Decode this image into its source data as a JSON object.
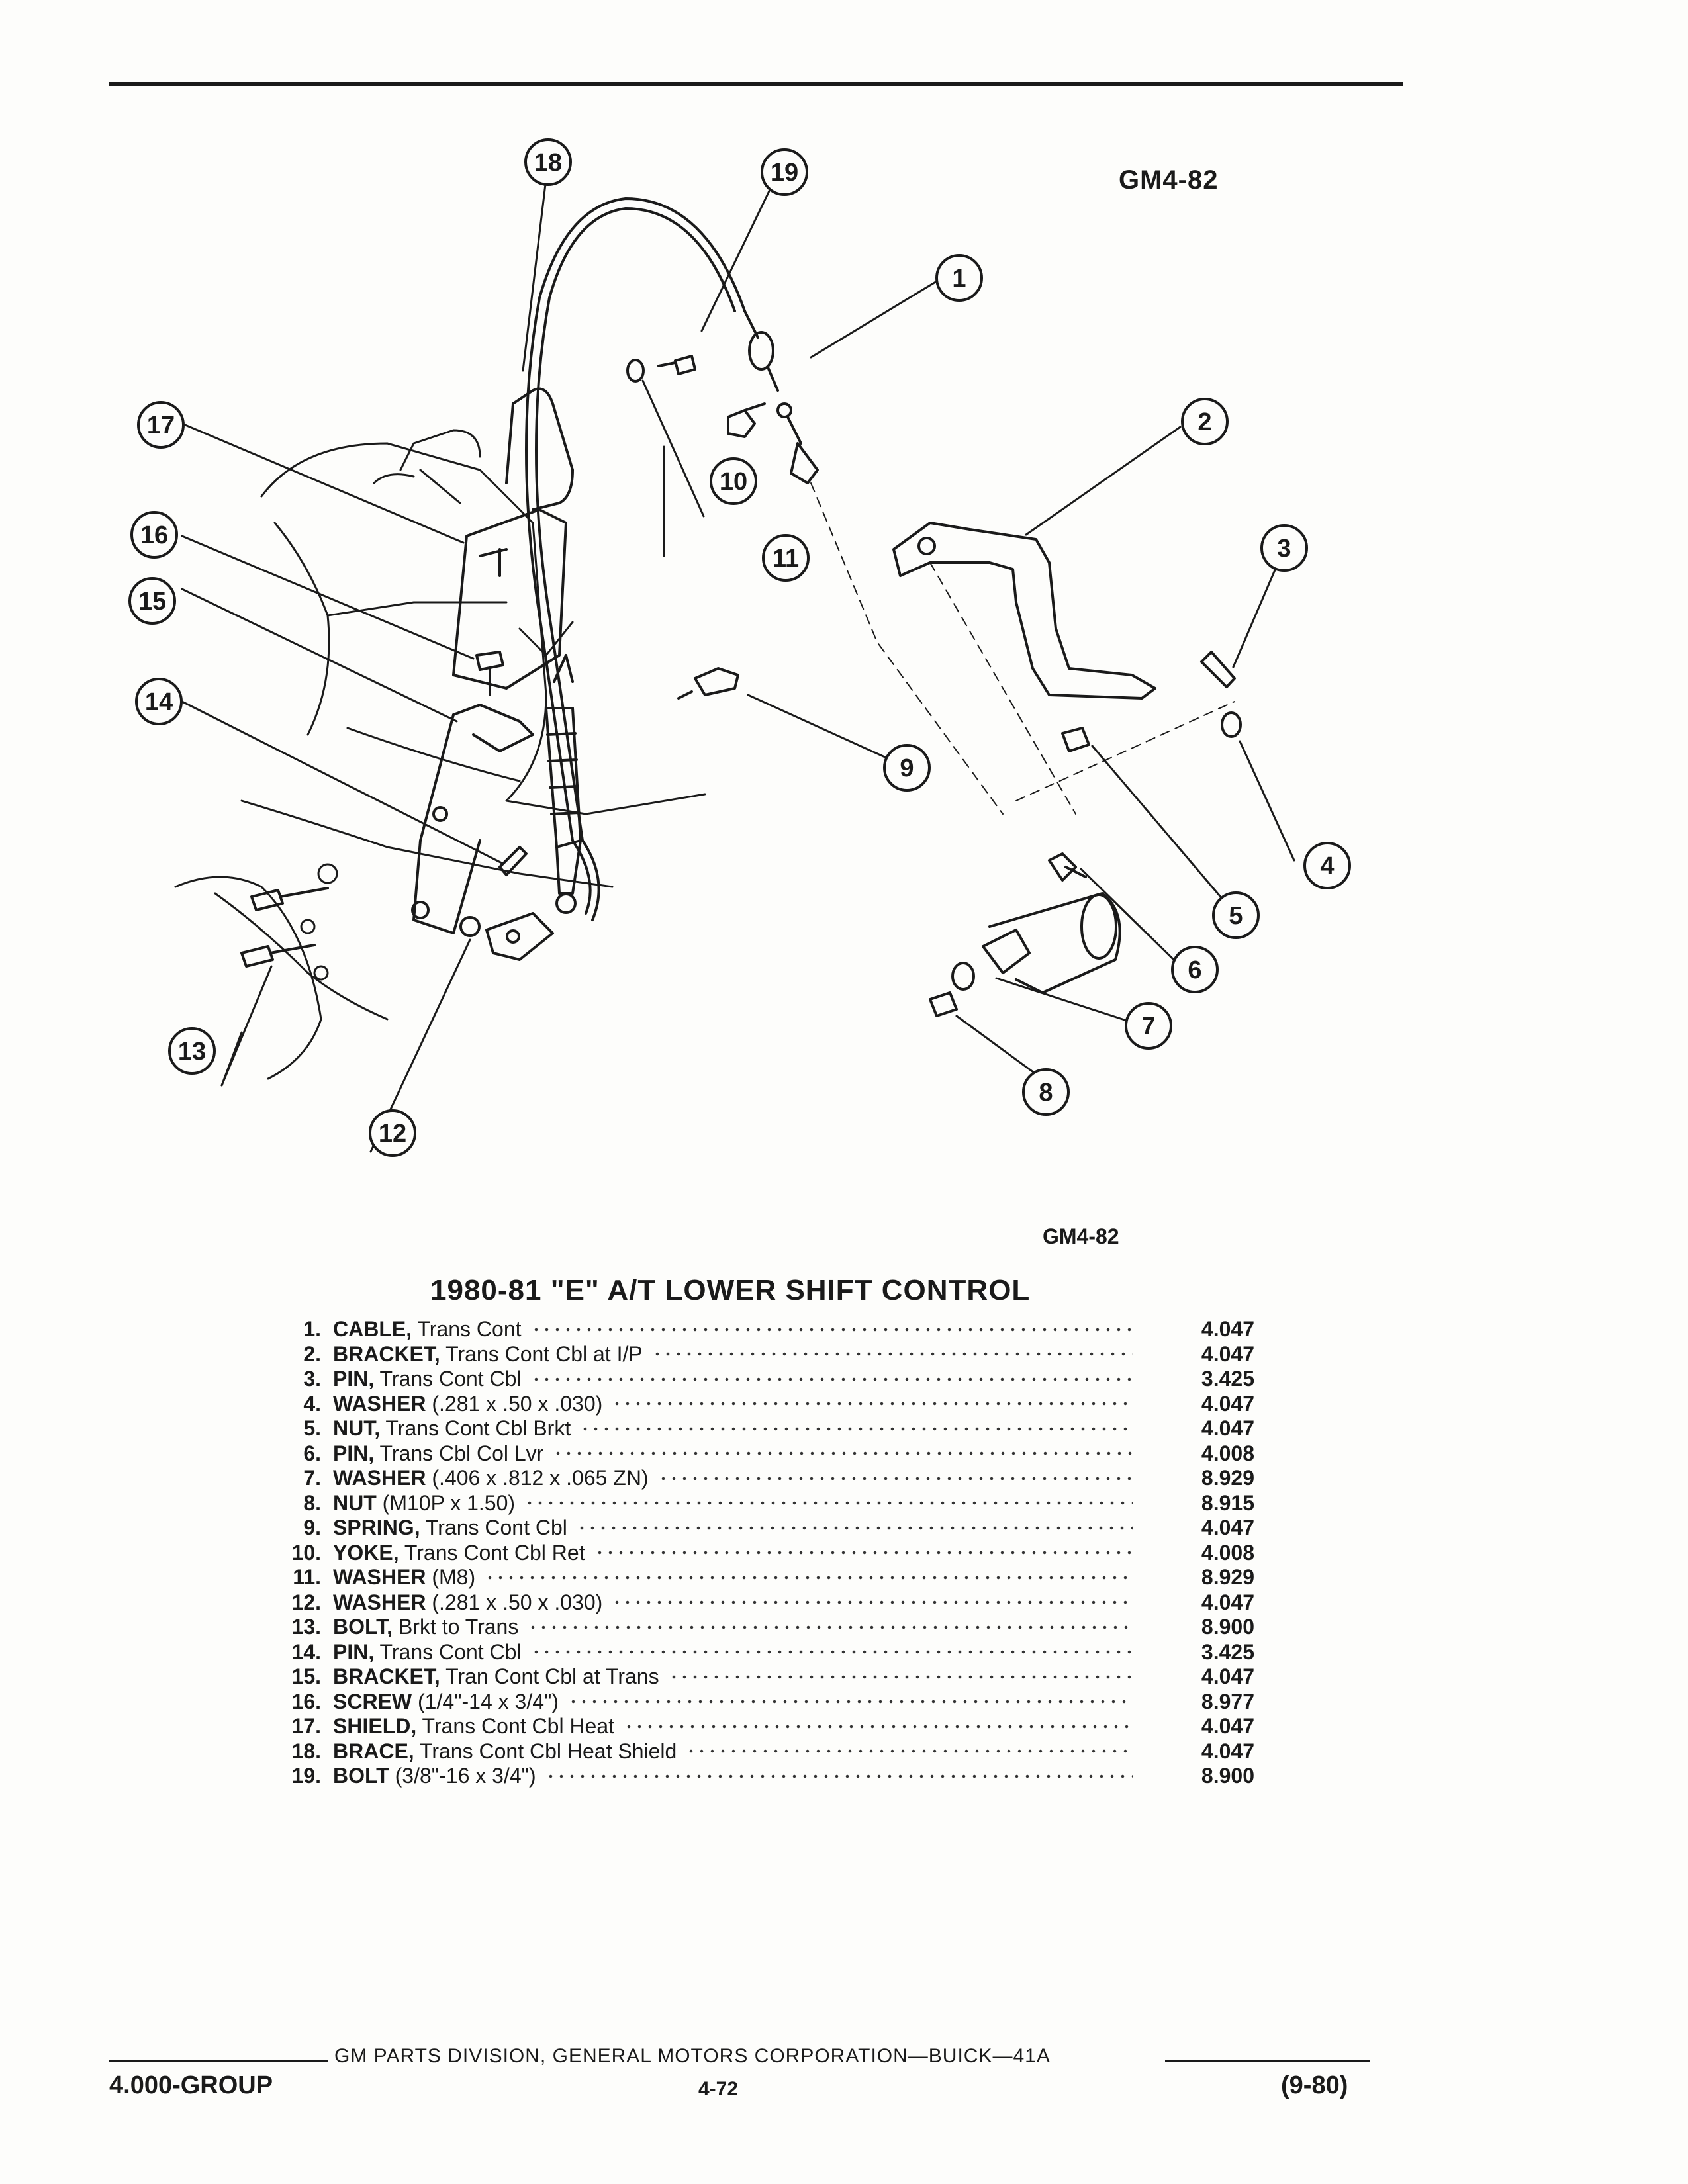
{
  "diagram": {
    "code_top": "GM4-82",
    "code_bottom": "GM4-82",
    "callouts": [
      "1",
      "2",
      "3",
      "4",
      "5",
      "6",
      "7",
      "8",
      "9",
      "10",
      "11",
      "12",
      "13",
      "14",
      "15",
      "16",
      "17",
      "18",
      "19"
    ]
  },
  "title": "1980-81 \"E\" A/T LOWER SHIFT CONTROL",
  "parts": [
    {
      "num": "1.",
      "name": "CABLE,",
      "desc": "Trans Cont",
      "group": "4.047"
    },
    {
      "num": "2.",
      "name": "BRACKET,",
      "desc": "Trans Cont Cbl at I/P",
      "group": "4.047"
    },
    {
      "num": "3.",
      "name": "PIN,",
      "desc": "Trans Cont Cbl",
      "group": "3.425"
    },
    {
      "num": "4.",
      "name": "WASHER",
      "desc": "(.281 x .50 x .030)",
      "group": "4.047"
    },
    {
      "num": "5.",
      "name": "NUT,",
      "desc": "Trans Cont Cbl Brkt",
      "group": "4.047"
    },
    {
      "num": "6.",
      "name": "PIN,",
      "desc": "Trans Cbl Col Lvr",
      "group": "4.008"
    },
    {
      "num": "7.",
      "name": "WASHER",
      "desc": "(.406 x .812 x .065 ZN)",
      "group": "8.929"
    },
    {
      "num": "8.",
      "name": "NUT",
      "desc": "(M10P x 1.50)",
      "group": "8.915"
    },
    {
      "num": "9.",
      "name": "SPRING,",
      "desc": "Trans Cont Cbl",
      "group": "4.047"
    },
    {
      "num": "10.",
      "name": "YOKE,",
      "desc": "Trans Cont Cbl Ret",
      "group": "4.008"
    },
    {
      "num": "11.",
      "name": "WASHER",
      "desc": "(M8)",
      "group": "8.929"
    },
    {
      "num": "12.",
      "name": "WASHER",
      "desc": "(.281 x .50 x .030)",
      "group": "4.047"
    },
    {
      "num": "13.",
      "name": "BOLT,",
      "desc": "Brkt to Trans",
      "group": "8.900"
    },
    {
      "num": "14.",
      "name": "PIN,",
      "desc": "Trans Cont Cbl",
      "group": "3.425"
    },
    {
      "num": "15.",
      "name": "BRACKET,",
      "desc": "Tran Cont Cbl at Trans",
      "group": "4.047"
    },
    {
      "num": "16.",
      "name": "SCREW",
      "desc": "(1/4\"-14 x 3/4\")",
      "group": "8.977"
    },
    {
      "num": "17.",
      "name": "SHIELD,",
      "desc": "Trans Cont Cbl Heat",
      "group": "4.047"
    },
    {
      "num": "18.",
      "name": "BRACE,",
      "desc": "Trans Cont Cbl Heat Shield",
      "group": "4.047"
    },
    {
      "num": "19.",
      "name": "BOLT",
      "desc": "(3/8\"-16 x 3/4\")",
      "group": "8.900"
    }
  ],
  "footer": {
    "center": "GM PARTS DIVISION, GENERAL MOTORS CORPORATION—BUICK—41A",
    "group": "4.000-GROUP",
    "page": "4-72",
    "date": "(9-80)"
  }
}
